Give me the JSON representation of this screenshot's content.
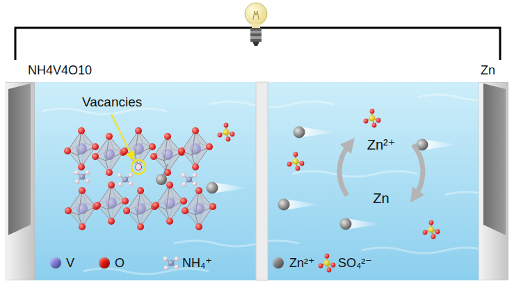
{
  "diagram": {
    "nodes": [
      {
        "text": [
          "NH4V4O10"
        ]
      },
      {
        "text": [
          "Zn"
        ]
      }
    ],
    "edges": [
      {
        "from": 0,
        "to": 1,
        "arrow": "none"
      }
    ],
    "labels": [
      "Vacancies",
      "Zn²⁺",
      "Zn"
    ],
    "legend": [
      {
        "text": "V",
        "color": "#7b7be0"
      },
      {
        "text": "O",
        "color": "#e8140c"
      },
      {
        "text": "NH₄⁺"
      },
      {
        "text": "Zn²⁺",
        "color": "#808080"
      },
      {
        "text": "SO₄²⁻"
      }
    ]
  }
}
